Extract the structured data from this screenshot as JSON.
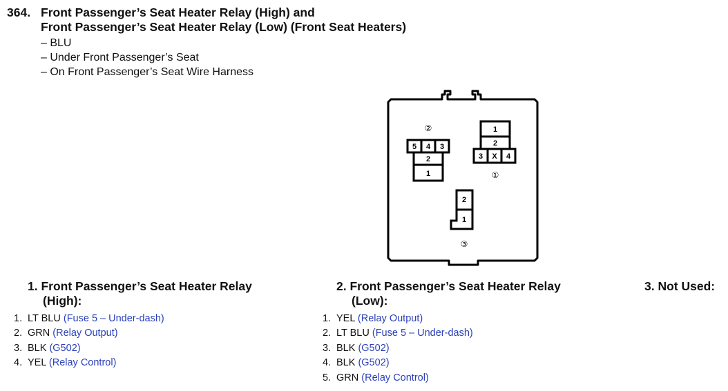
{
  "header": {
    "number": "364.",
    "title_line1": "Front Passenger’s Seat Heater Relay (High) and",
    "title_line2": "Front Passenger’s Seat Heater Relay (Low) (Front Seat Heaters)"
  },
  "details": [
    "– BLU",
    "– Under Front Passenger’s Seat",
    "– On Front Passenger’s Seat Wire Harness"
  ],
  "diagram": {
    "connector1": {
      "label": "①",
      "pins": [
        "1",
        "2",
        "3",
        "X",
        "4"
      ]
    },
    "connector2": {
      "label": "②",
      "pins": [
        "5",
        "4",
        "3",
        "2",
        "1"
      ]
    },
    "connector3": {
      "label": "③",
      "pins": [
        "2",
        "1"
      ]
    }
  },
  "columns": [
    {
      "heading_line1": "1. Front Passenger’s Seat Heater Relay",
      "heading_line2": "(High):",
      "pins": [
        {
          "num": "1.",
          "wire": "LT BLU",
          "desc": "(Fuse 5 – Under-dash)"
        },
        {
          "num": "2.",
          "wire": "GRN",
          "desc": "(Relay Output)"
        },
        {
          "num": "3.",
          "wire": "BLK",
          "desc": "(G502)"
        },
        {
          "num": "4.",
          "wire": "YEL",
          "desc": "(Relay Control)"
        }
      ]
    },
    {
      "heading_line1": "2. Front Passenger’s Seat Heater Relay",
      "heading_line2": "(Low):",
      "pins": [
        {
          "num": "1.",
          "wire": "YEL",
          "desc": "(Relay Output)"
        },
        {
          "num": "2.",
          "wire": "LT BLU",
          "desc": "(Fuse 5 – Under-dash)"
        },
        {
          "num": "3.",
          "wire": "BLK",
          "desc": "(G502)"
        },
        {
          "num": "4.",
          "wire": "BLK",
          "desc": "(G502)"
        },
        {
          "num": "5.",
          "wire": "GRN",
          "desc": "(Relay Control)"
        }
      ]
    },
    {
      "heading_line1": "3. Not Used:"
    }
  ],
  "colors": {
    "text": "#111111",
    "link": "#2a3fb8"
  }
}
